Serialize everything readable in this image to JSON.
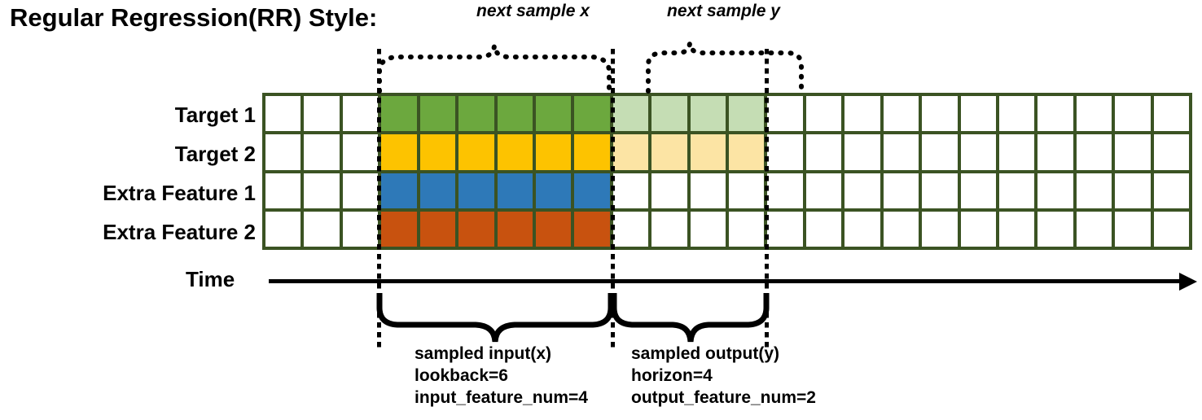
{
  "title": "Regular Regression(RR) Style:",
  "rows": [
    {
      "label": "Target 1",
      "name": "target-1"
    },
    {
      "label": "Target 2",
      "name": "target-2"
    },
    {
      "label": "Extra Feature 1",
      "name": "extra-feature-1"
    },
    {
      "label": "Extra Feature 2",
      "name": "extra-feature-2"
    }
  ],
  "time_axis": {
    "label": "Time"
  },
  "grid": {
    "columns": 24,
    "rows": 4,
    "line_color": "#3b5323",
    "empty_color": "#ffffff",
    "input_start_col": 4,
    "input_end_col": 9,
    "output_start_col": 10,
    "output_end_col": 13,
    "row_fill": [
      {
        "row": "Target 1",
        "input_color": "#6ca83e",
        "output_color": "#c5ddb4"
      },
      {
        "row": "Target 2",
        "input_color": "#fdc300",
        "output_color": "#fce4a4"
      },
      {
        "row": "Extra Feature 1",
        "input_color": "#2e79b8",
        "output_color": "#ffffff"
      },
      {
        "row": "Extra Feature 2",
        "input_color": "#c8520f",
        "output_color": "#ffffff"
      }
    ]
  },
  "top_braces": [
    {
      "label": "next sample x",
      "name": "next-sample-x"
    },
    {
      "label": "next sample y",
      "name": "next-sample-y"
    }
  ],
  "bottom_braces": [
    {
      "name": "sampled-input",
      "line1": "sampled input(x)",
      "line2": "lookback=6",
      "line3": "input_feature_num=4"
    },
    {
      "name": "sampled-output",
      "line1": "sampled output(y)",
      "line2": "horizon=4",
      "line3": "output_feature_num=2"
    }
  ]
}
